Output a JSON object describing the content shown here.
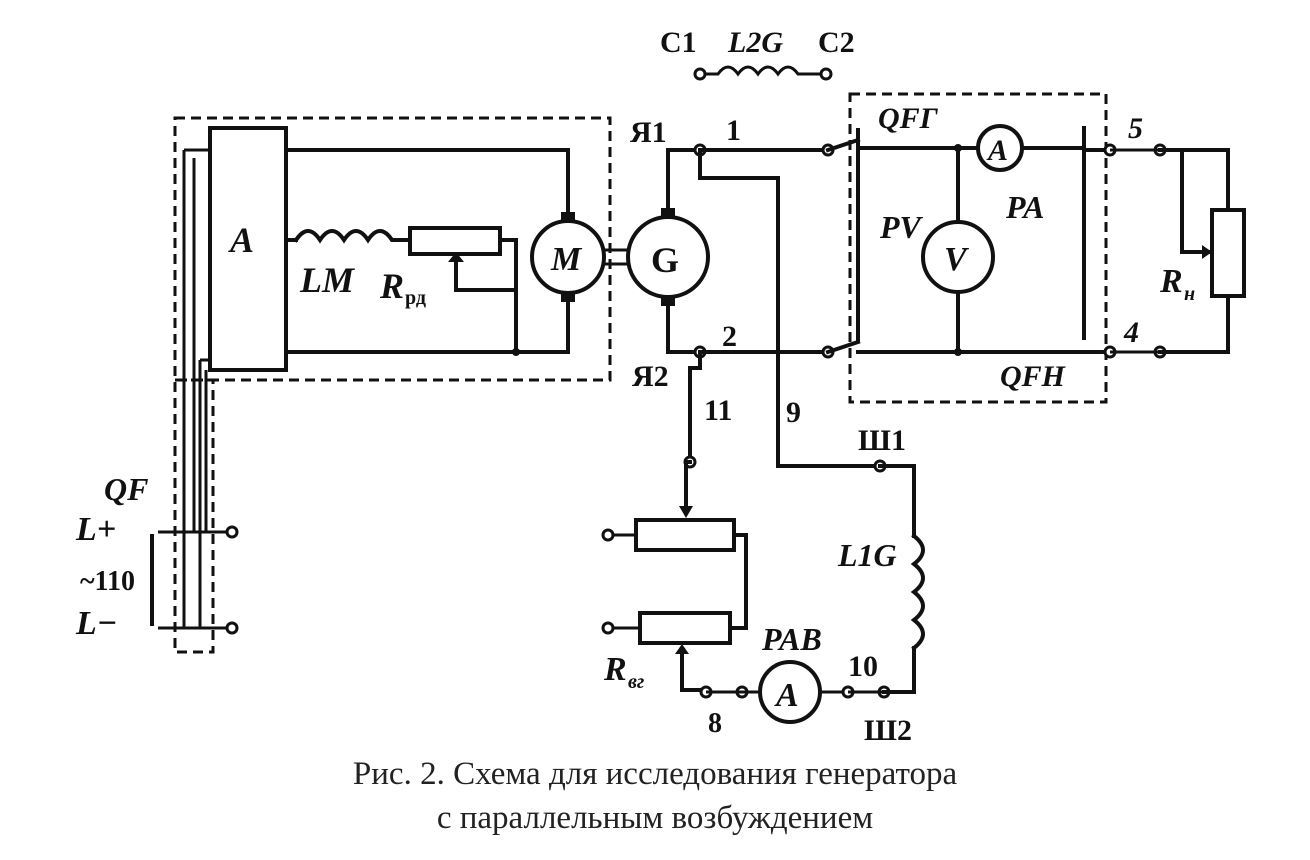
{
  "diagram": {
    "labels": {
      "c1": "C1",
      "l2g": "L2G",
      "c2": "C2",
      "ya1": "Я1",
      "ya2": "Я2",
      "n1": "1",
      "n2": "2",
      "n5": "5",
      "n4": "4",
      "n11": "11",
      "n9": "9",
      "n10": "10",
      "n8": "8",
      "sh1": "Ш1",
      "sh2": "Ш2",
      "qfg": "QFГ",
      "qfn": "QFН",
      "qf": "QF",
      "a_block": "A",
      "lm": "LM",
      "r_rd": "R",
      "r_rd_sub": "рд",
      "m": "M",
      "g": "G",
      "pv": "PV",
      "v": "V",
      "pa": "PA",
      "a_meter": "A",
      "rn": "R",
      "rn_sub": "н",
      "l1g": "L1G",
      "pab": "PAB",
      "a_meter2": "A",
      "rvg": "R",
      "rvg_sub": "вг",
      "lplus": "L+",
      "lminus": "L−",
      "voltage": "~110"
    },
    "caption": {
      "line1": "Рис. 2. Схема для исследования генератора",
      "line2": "с параллельным возбуждением"
    }
  }
}
